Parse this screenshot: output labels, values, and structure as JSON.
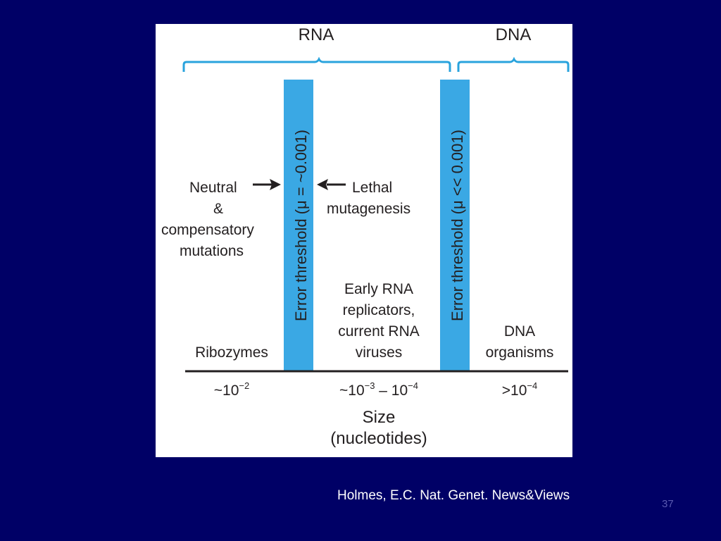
{
  "figure": {
    "brace_labels": {
      "rna": "RNA",
      "dna": "DNA"
    },
    "thresholds": {
      "left": "Error threshold (μ = ~0.001)",
      "right": "Error threshold (μ << 0.001)"
    },
    "annotations": {
      "neutral": [
        "Neutral",
        "&",
        "compensatory",
        "mutations"
      ],
      "lethal": [
        "Lethal",
        "mutagenesis"
      ],
      "middle": [
        "Early RNA",
        "replicators,",
        "current RNA",
        "viruses"
      ]
    },
    "categories": {
      "ribozymes": "Ribozymes",
      "dna_organisms": [
        "DNA",
        "organisms"
      ]
    },
    "sizes": {
      "left": {
        "base": "~10",
        "exp": "−2"
      },
      "middle": {
        "base1": "~10",
        "exp1": "−3",
        "sep": " – 10",
        "exp2": "−4"
      },
      "right": {
        "base": ">10",
        "exp": "−4"
      }
    },
    "axis_label": [
      "Size",
      "(nucleotides)"
    ],
    "colors": {
      "band": "#3aa8e4",
      "brace": "#29a3dd",
      "text": "#231f20"
    }
  },
  "citation": "Holmes, E.C. Nat. Genet. News&Views",
  "slide_number": "37"
}
